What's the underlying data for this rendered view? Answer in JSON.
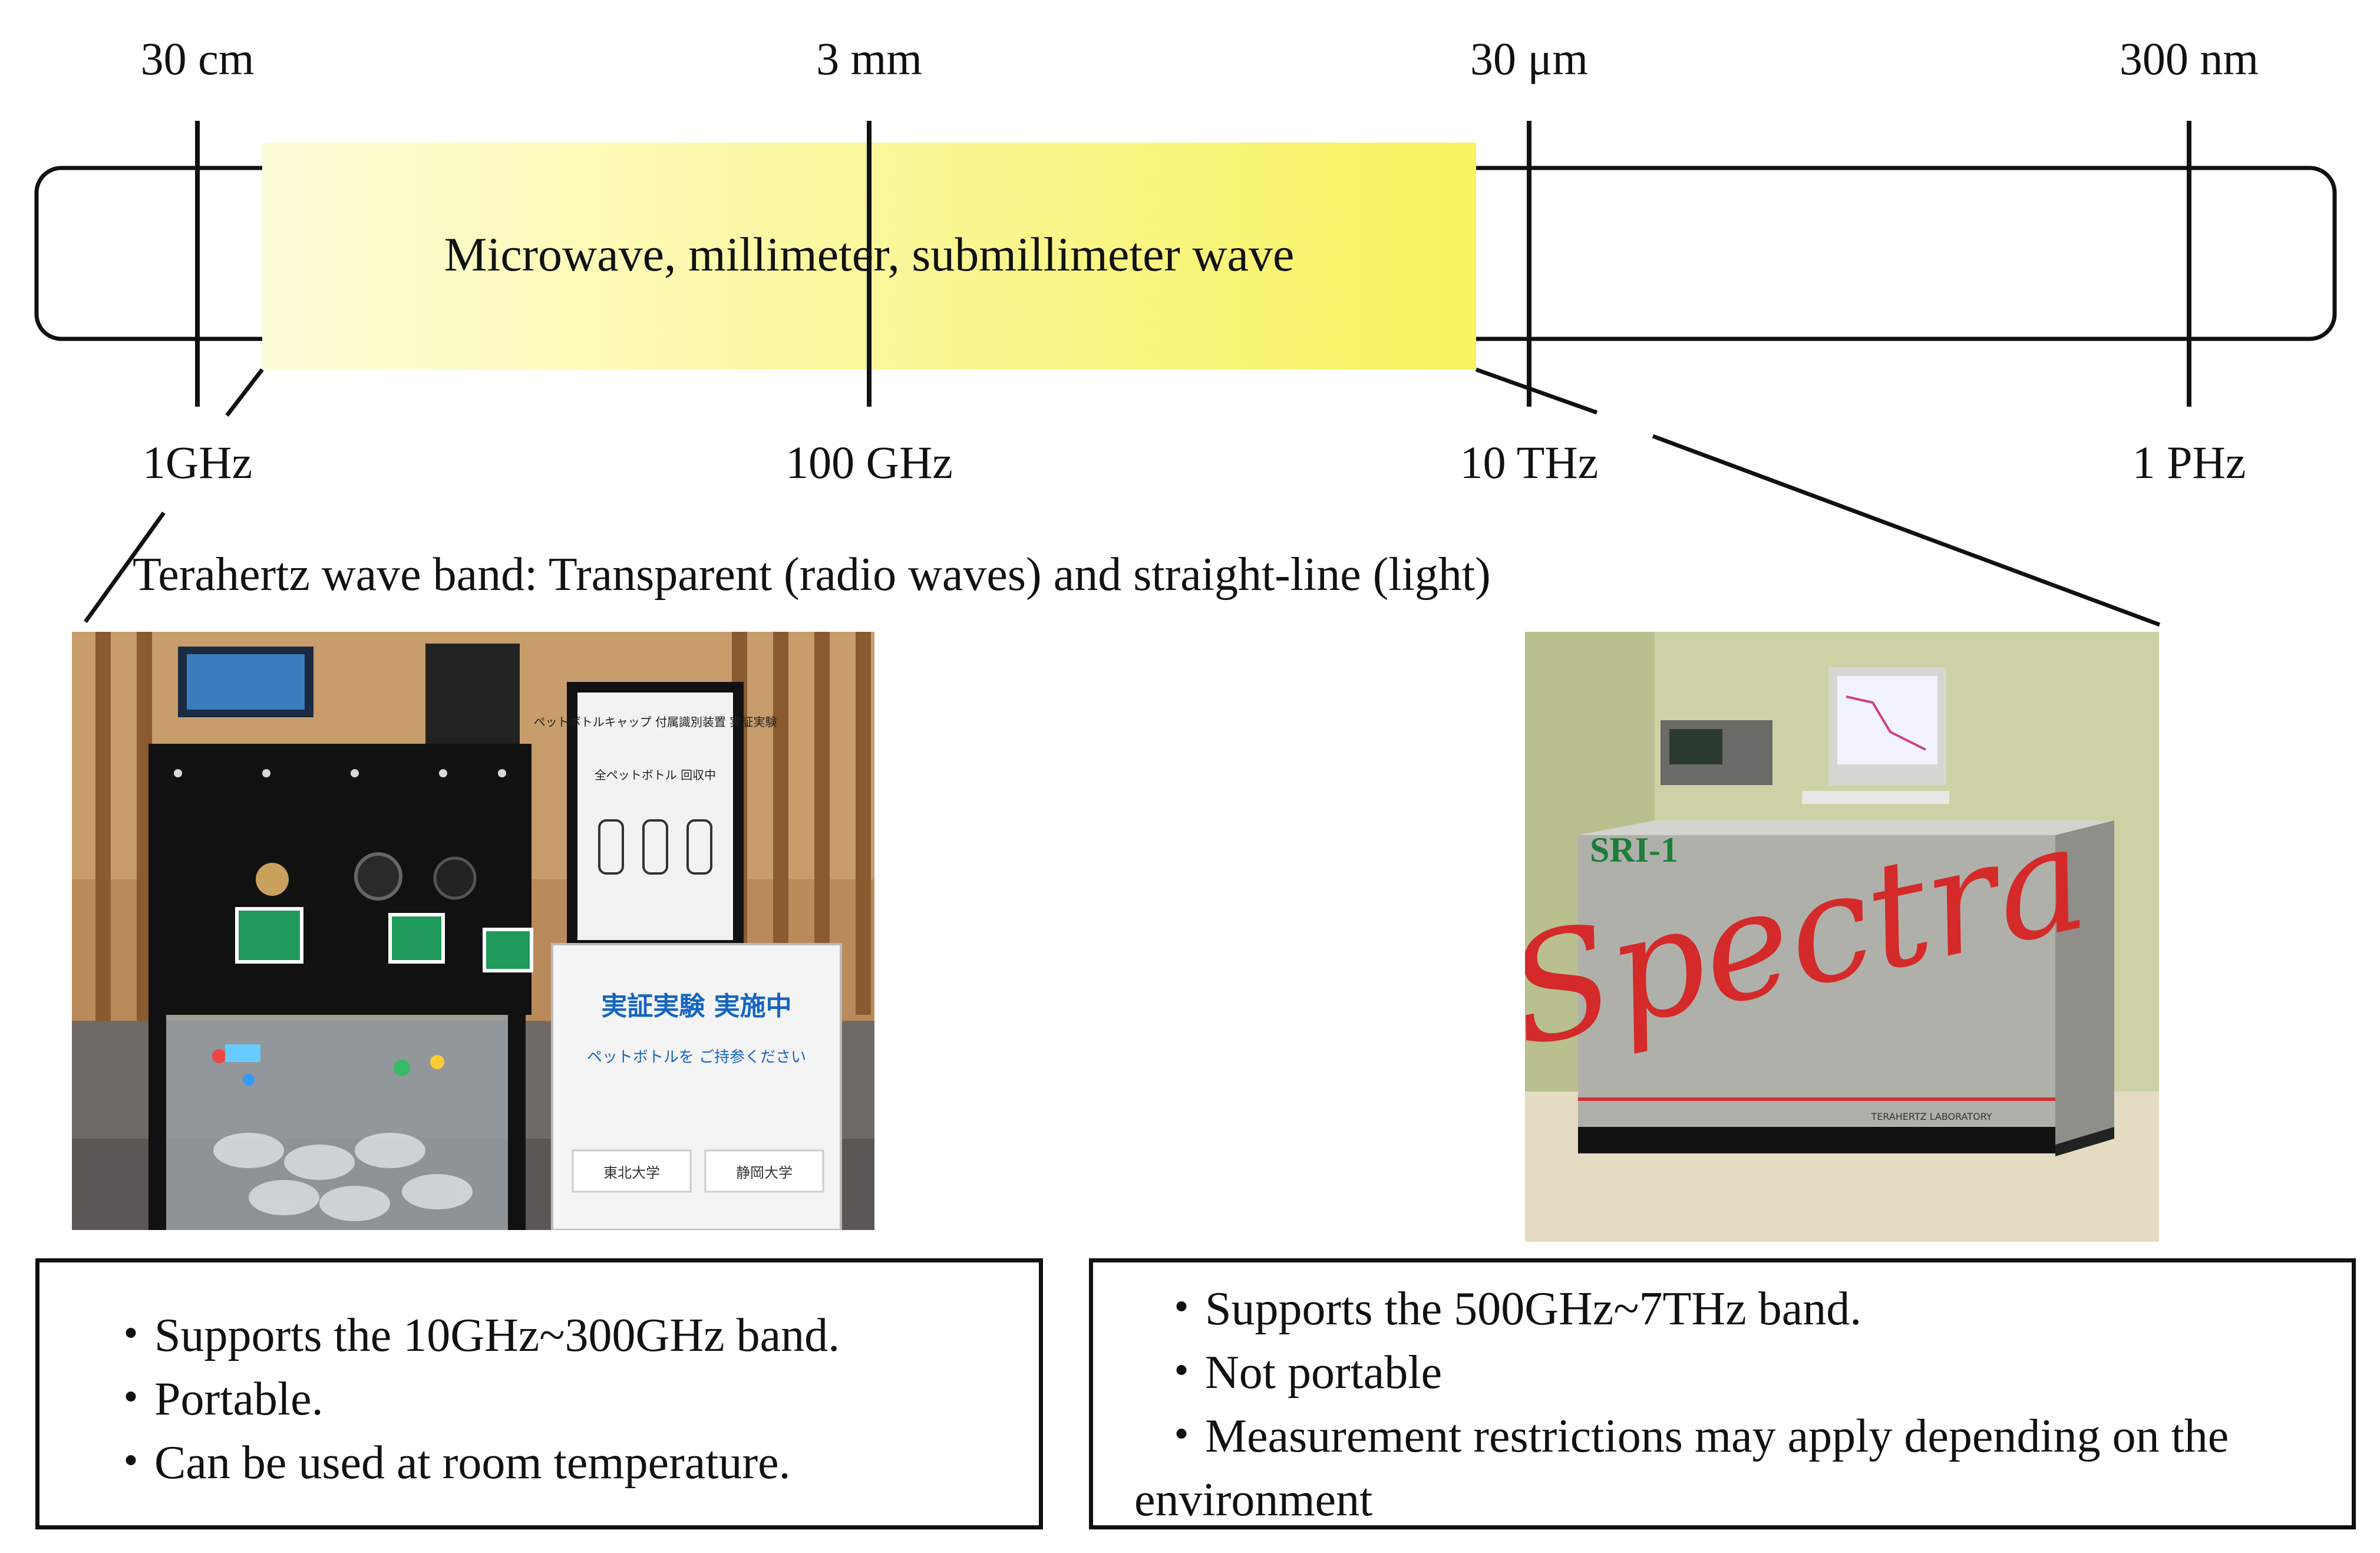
{
  "spectrum": {
    "wavelengths": [
      "30 cm",
      "3 mm",
      "30 μm",
      "300 nm"
    ],
    "frequencies": [
      "1GHz",
      "100 GHz",
      "10 THz",
      "1 PHz"
    ],
    "band_label": "Microwave, millimeter, submillimeter wave",
    "band_color_start": "#fdfcd8",
    "band_color_end": "#f8f35f"
  },
  "terahertz": {
    "headline": "Terahertz wave band: Transparent (radio waves) and straight-line (light)"
  },
  "left_device": {
    "photo_texts": {
      "screen_title": "ペットボトルキャップ 付属識別装置 実証実験",
      "screen_status": "全ペットボトル 回収中",
      "sign_main": "実証実験 実施中",
      "sign_sub": "ペットボトルを ご持参ください",
      "sign_logo_1": "東北大学",
      "sign_logo_2": "静岡大学"
    },
    "bullets": [
      "・Supports the 10GHz~300GHz band.",
      "・Portable.",
      "・Can be used at room temperature."
    ]
  },
  "right_device": {
    "model": "SRI-1",
    "brand": "Spectra",
    "maker": "TERAHERTZ LABORATORY",
    "bullets": [
      "・Supports the 500GHz~7THz band.",
      "・Not portable",
      "・Measurement restrictions may apply depending on the",
      "environment"
    ]
  }
}
